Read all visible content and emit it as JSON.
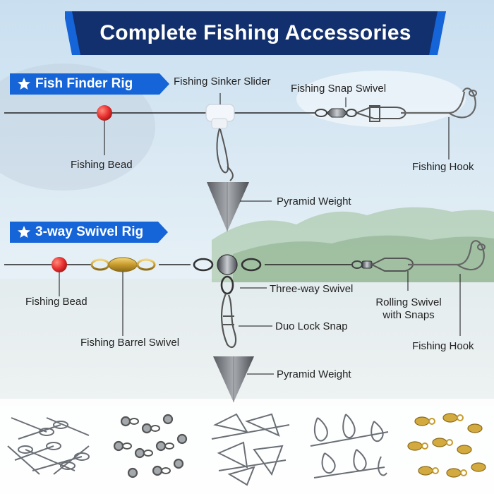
{
  "title": "Complete Fishing Accessories",
  "colors": {
    "brand_blue": "#1565d8",
    "banner_dark": "#13306e",
    "bead_red": "#e8302f",
    "metal": "#6a6f75",
    "brass": "#c9a23a"
  },
  "rig1": {
    "name": "Fish Finder Rig",
    "labels": {
      "sinker_slider": "Fishing Sinker Slider",
      "snap_swivel": "Fishing Snap Swivel",
      "bead": "Fishing Bead",
      "hook": "Fishing Hook",
      "weight": "Pyramid Weight"
    }
  },
  "rig2": {
    "name": "3-way Swivel Rig",
    "labels": {
      "bead": "Fishing Bead",
      "three_way": "Three-way Swivel",
      "rolling_line1": "Rolling Swivel",
      "rolling_line2": "with Snaps",
      "duo_lock": "Duo Lock Snap",
      "barrel": "Fishing Barrel Swivel",
      "hook": "Fishing Hook",
      "weight": "Pyramid Weight"
    }
  },
  "icons": [
    "star-icon",
    "bead-icon",
    "swivel-icon",
    "snap-icon",
    "hook-icon",
    "pyramid-weight-icon"
  ]
}
